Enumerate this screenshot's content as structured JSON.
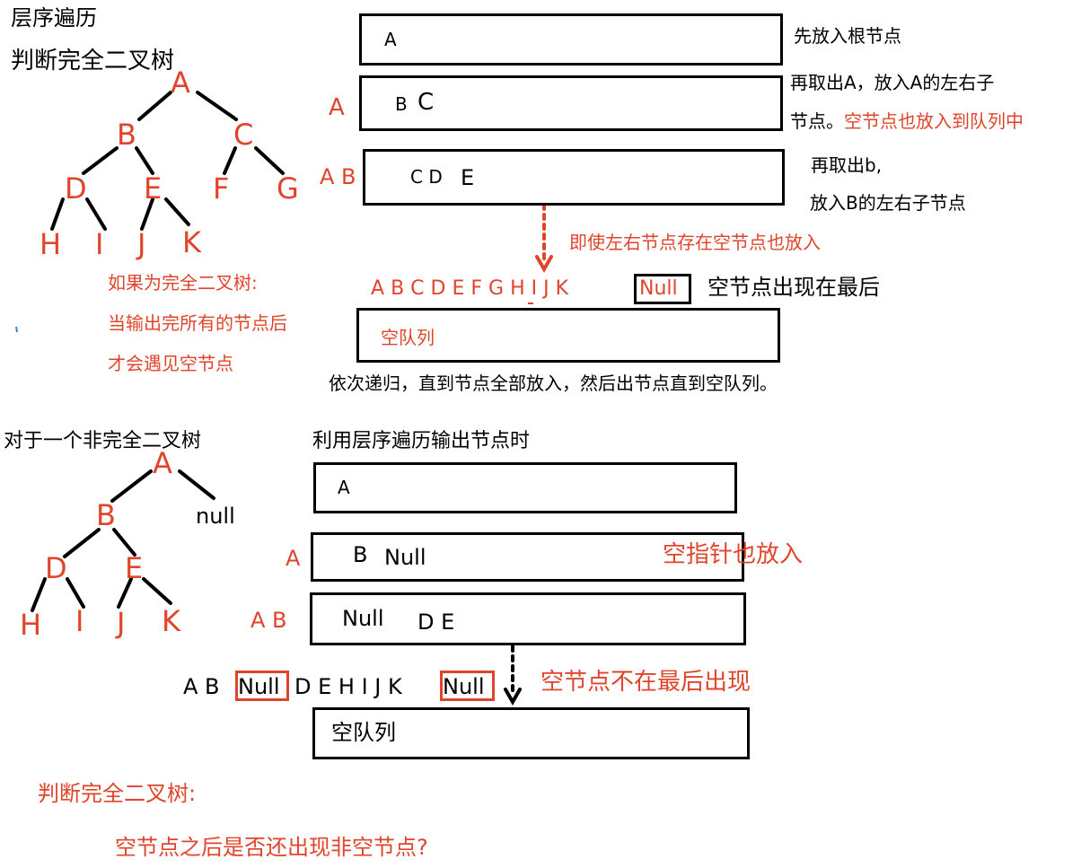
{
  "top": {
    "title": "层序遍历",
    "subtitle": "判断完全二叉树",
    "tree_nodes": [
      "A",
      "B",
      "C",
      "D",
      "E",
      "F",
      "G",
      "H",
      "I",
      "J",
      "K"
    ],
    "note_lines": [
      "如果为完全二叉树:",
      "当输出完所有的节点后",
      "才会遇见空节点"
    ],
    "queue1": {
      "content": "A",
      "desc": "先放入根节点"
    },
    "queue2": {
      "out": "A",
      "content_b": "B",
      "content_c": "C",
      "desc1": "再取出A，放入A的左右子",
      "desc2a": "节点。",
      "desc2b": "空节点也放入到队列中"
    },
    "queue3": {
      "out": "A B",
      "content": "C D",
      "content_e": "E",
      "desc1": "再取出b,",
      "desc2": "放入B的左右子节点"
    },
    "arrow_note": "即使左右节点存在空节点也放入",
    "sequence": [
      "A",
      "B",
      "C",
      "D",
      "E",
      "F",
      "G",
      "H",
      "I",
      "J",
      "K"
    ],
    "null_label": "Null",
    "null_last_note": "空节点出现在最后",
    "empty_queue": "空队列",
    "conclusion": "依次递归，直到节点全部放入，然后出节点直到空队列。"
  },
  "bottom": {
    "title": "对于一个非完全二叉树",
    "subtitle": "利用层序遍历输出节点时",
    "tree_nodes": [
      "A",
      "B",
      "D",
      "E",
      "H",
      "I",
      "J",
      "K"
    ],
    "null_leaf": "null",
    "queue1": {
      "content": "A"
    },
    "queue2": {
      "out": "A",
      "content_b": "B",
      "content_null": "Null",
      "side_note": "空指针也放入"
    },
    "queue3": {
      "out": "A  B",
      "content_null": "Null",
      "content_de": "D  E"
    },
    "sequence_part1": "A B",
    "null_label": "Null",
    "sequence_part2": "D E H I J K",
    "not_last_note": "空节点不在最后出现",
    "empty_queue": "空队列"
  },
  "judge": {
    "title": "判断完全二叉树:",
    "question": "空节点之后是否还出现非空节点?"
  }
}
